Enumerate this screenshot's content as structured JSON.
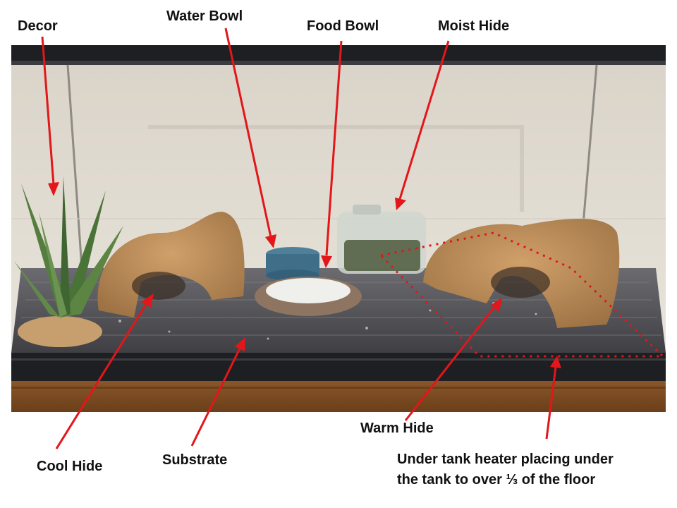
{
  "image": {
    "subject": "reptile terrarium setup",
    "colors": {
      "annotation": "#e3161a",
      "wall": "#e2ddd3",
      "glass_frame": "#1d1f22",
      "substrate": "#5a5a5e",
      "table": "#7a4b22",
      "rock": "#b88a55",
      "plant": "#4f7a3c"
    }
  },
  "labels": {
    "decor": "Decor",
    "water_bowl": "Water Bowl",
    "food_bowl": "Food Bowl",
    "moist_hide": "Moist Hide",
    "cool_hide": "Cool Hide",
    "substrate": "Substrate",
    "warm_hide": "Warm Hide",
    "heater": "Under tank heater placing under\nthe tank to over ⅓ of the floor"
  }
}
